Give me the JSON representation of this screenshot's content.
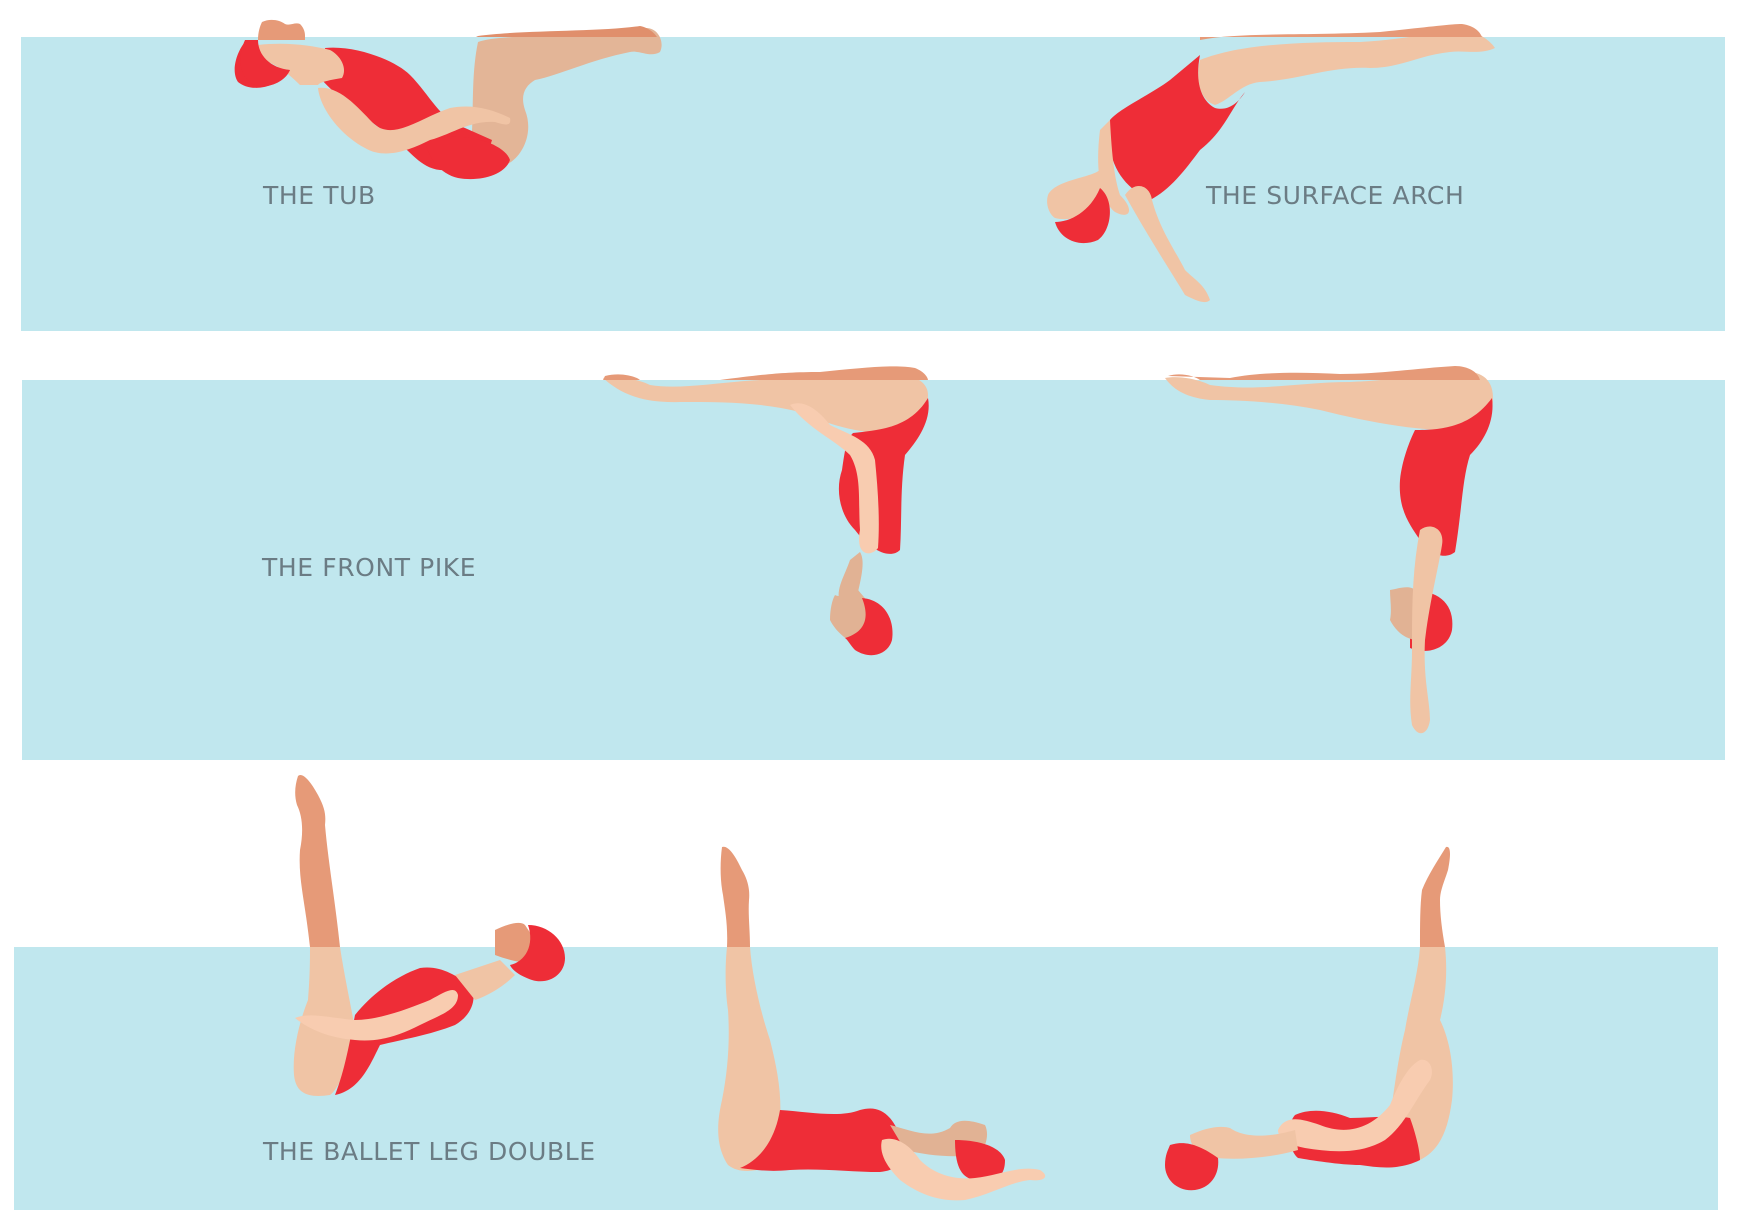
{
  "colors": {
    "background": "#ffffff",
    "water": "#c0e7ee",
    "swimsuit": "#ee2d37",
    "skin_underwater": "#f0c4a5",
    "skin_above_water": "#e69a78",
    "skin_shadow": "#e1b294",
    "label_text": "#6b7c84"
  },
  "panels": [
    {
      "id": "panel-1",
      "figures": [
        {
          "name": "The Tub",
          "label": "THE TUB"
        },
        {
          "name": "The Surface Arch",
          "label": "THE SURFACE ARCH"
        }
      ]
    },
    {
      "id": "panel-2",
      "figures": [
        {
          "name": "The Front Pike",
          "label": "THE FRONT PIKE"
        }
      ]
    },
    {
      "id": "panel-3",
      "figures": [
        {
          "name": "The Ballet Leg Double",
          "label": "THE BALLET LEG DOUBLE"
        }
      ]
    }
  ],
  "labels": {
    "tub": "THE TUB",
    "surface_arch": "THE SURFACE ARCH",
    "front_pike": "THE FRONT PIKE",
    "ballet_leg_double": "THE BALLET LEG DOUBLE"
  }
}
